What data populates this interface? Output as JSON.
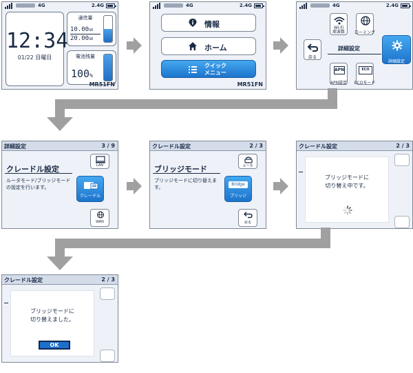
{
  "status": {
    "network": "4G",
    "band": "2.4G"
  },
  "model": "MR51FN",
  "home": {
    "time": "12:34",
    "date": "01/22 日曜日",
    "traffic_label": "通信量",
    "traffic_used": "10.00",
    "traffic_limit": "20.00",
    "traffic_unit": "GB",
    "battery_label": "電池残量",
    "battery_value": "100",
    "battery_unit": "%",
    "traffic_fraction": 0.5,
    "battery_fraction": 1.0
  },
  "quick_menu": {
    "info": "情報",
    "home": "ホーム",
    "quick_line1": "クイック",
    "quick_line2": "メニュー"
  },
  "quick_icons": {
    "wifi_label1": "Wi-Fi",
    "wifi_label2": "周波数",
    "roaming": "ローミング",
    "back": "戻る",
    "title": "詳細設定",
    "detail": "詳細設定",
    "apn": "APN設定",
    "eco": "ECOモード",
    "apn_tag": "APN",
    "eco_tag": "ECO"
  },
  "detail_settings": {
    "header": "詳細設定",
    "page": "3 / 9",
    "section": "クレードル設定",
    "desc": "ルータモード/ブリッジモードの設定を行います。",
    "lan": "LAN",
    "cradle": "クレードル",
    "wan": "WAN"
  },
  "cradle_settings": {
    "header": "クレードル設定",
    "page": "2 / 3",
    "section": "ブリッジモード",
    "desc": "ブリッジモードに切り替えます。",
    "router": "ルータ",
    "bridge": "ブリッジ",
    "bridge_tag": "Bridge",
    "back": "戻る"
  },
  "switching_dialog": {
    "header": "クレードル設定",
    "page": "2 / 3",
    "line1": "ブリッジモードに",
    "line2": "切り替え中です。"
  },
  "done_dialog": {
    "header": "クレードル設定",
    "page": "2 / 3",
    "line1": "ブリッジモードに",
    "line2": "切り替えました。",
    "ok": "OK"
  },
  "colors": {
    "accent": "#1d74cc",
    "screen_bg": "#eef2f8",
    "arrow": "#a0a0a0"
  }
}
